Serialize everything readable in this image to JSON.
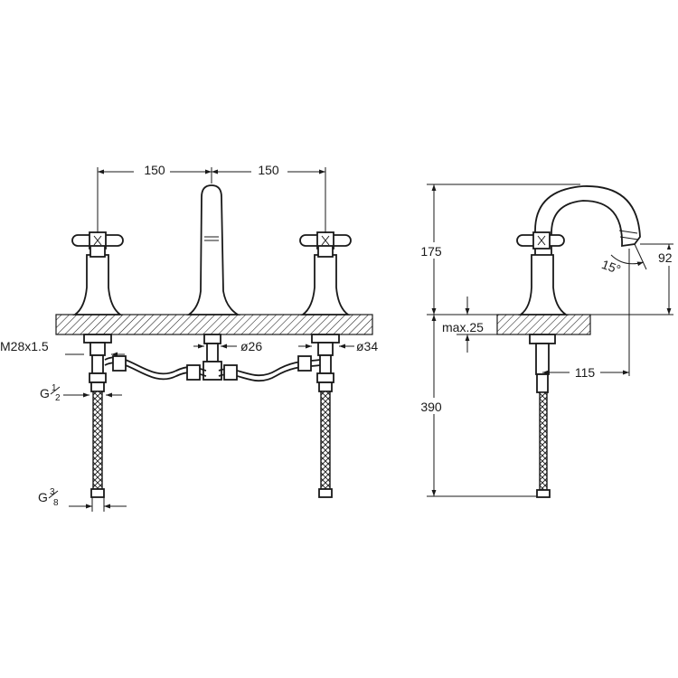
{
  "front_view": {
    "spacing_left": "150",
    "spacing_right": "150",
    "thread_label": "M28x1.5",
    "hole_small": "ø26",
    "hole_large": "ø34",
    "inlet_thread_base": "G",
    "inlet_thread_num": "1",
    "inlet_thread_den": "2",
    "hose_thread_base": "G",
    "hose_thread_num": "3",
    "hose_thread_den": "8"
  },
  "side_view": {
    "spout_height": "175",
    "spout_angle": "15°",
    "spout_outlet_height": "92",
    "counter_thickness": "max.25",
    "spout_reach": "115",
    "below_counter": "390"
  }
}
